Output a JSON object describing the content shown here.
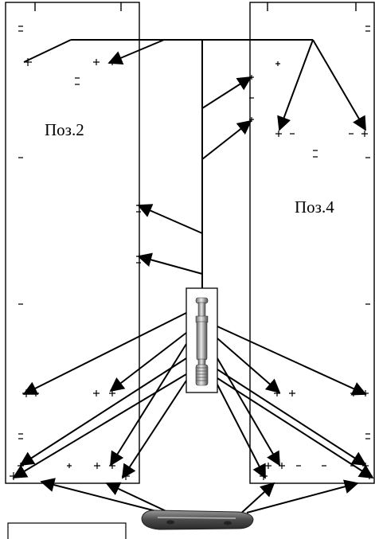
{
  "panels": [
    {
      "id": "left",
      "label": "Поз.2"
    },
    {
      "id": "right",
      "label": "Поз.4"
    }
  ],
  "parts": {
    "connector_bolt": "minifix-connector-bolt",
    "cam_tool": "flat-cam-tool"
  },
  "colors": {
    "line": "#000000",
    "background": "#ffffff"
  }
}
